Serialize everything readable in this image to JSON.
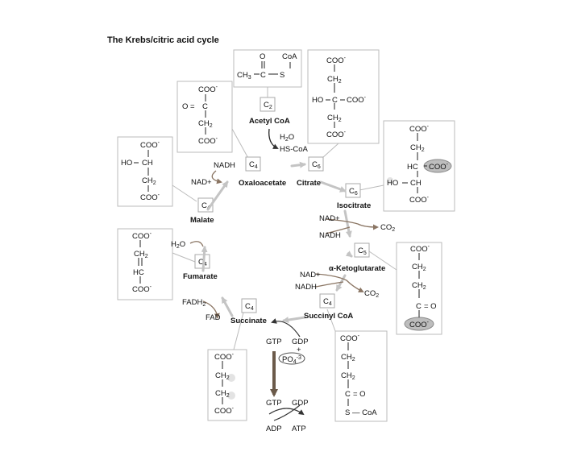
{
  "title": "The Krebs/citric acid cycle",
  "compounds": {
    "acetyl_coa": "Acetyl CoA",
    "citrate": "Citrate",
    "isocitrate": "Isocitrate",
    "a_ketoglutarate": "α-Ketoglutarate",
    "succinyl_coa": "Succinyl CoA",
    "succinate": "Succinate",
    "fumarate": "Fumarate",
    "malate": "Malate",
    "oxaloacetate": "Oxaloacetate"
  },
  "carbons": {
    "c2": "C",
    "c2n": "2",
    "c4": "C",
    "c4n": "4",
    "c5": "C",
    "c5n": "5",
    "c6": "C",
    "c6n": "6"
  },
  "cofactors": {
    "h2o": "H",
    "h2o_sub": "2",
    "h2o_o": "O",
    "hs_coa": "HS-CoA",
    "nad": "NAD+",
    "nadh": "NADH",
    "co2": "CO",
    "co2_sub": "2",
    "fadh": "FADH",
    "fadh_sub": "2",
    "fad": "FAD",
    "gtp": "GTP",
    "gdp": "GDP",
    "plus": "+",
    "po4": "PO",
    "po4_sub": "4",
    "po4_sup": "-3",
    "adp": "ADP",
    "atp": "ATP"
  },
  "structure_text": {
    "coo": "COO",
    "minus": "-",
    "ch2": "CH",
    "ch2_sub": "2",
    "ch3": "CH",
    "ch3_sub": "3",
    "o_eq": "O =",
    "c": "C",
    "eq_o": "= O",
    "o": "O",
    "coa": "CoA",
    "s": "S",
    "s_coa": "S — CoA",
    "ho": "HO",
    "ch": "CH",
    "hc": "HC",
    "eq": "="
  }
}
